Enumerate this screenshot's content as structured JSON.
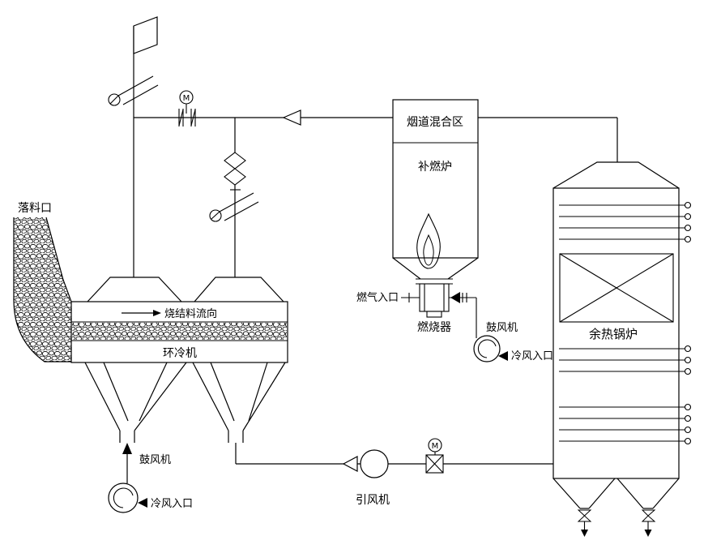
{
  "diagram": {
    "labels": {
      "drop_inlet": "落料口",
      "sinter_flow_direction": "烧结料流向",
      "ring_cooler": "环冷机",
      "blower_left": "鼓风机",
      "cold_air_inlet_left": "冷风入口",
      "induced_draft_fan": "引风机",
      "gas_inlet": "燃气入口",
      "burner": "燃烧器",
      "blower_right": "鼓风机",
      "cold_air_inlet_right": "冷风入口",
      "flue_mixing_zone": "烟道混合区",
      "supplementary_furnace": "补燃炉",
      "waste_heat_boiler": "余热锅炉",
      "motor_valve_top": "M",
      "motor_valve_bottom": "M"
    },
    "colors": {
      "line": "#000000",
      "background": "#ffffff"
    }
  }
}
